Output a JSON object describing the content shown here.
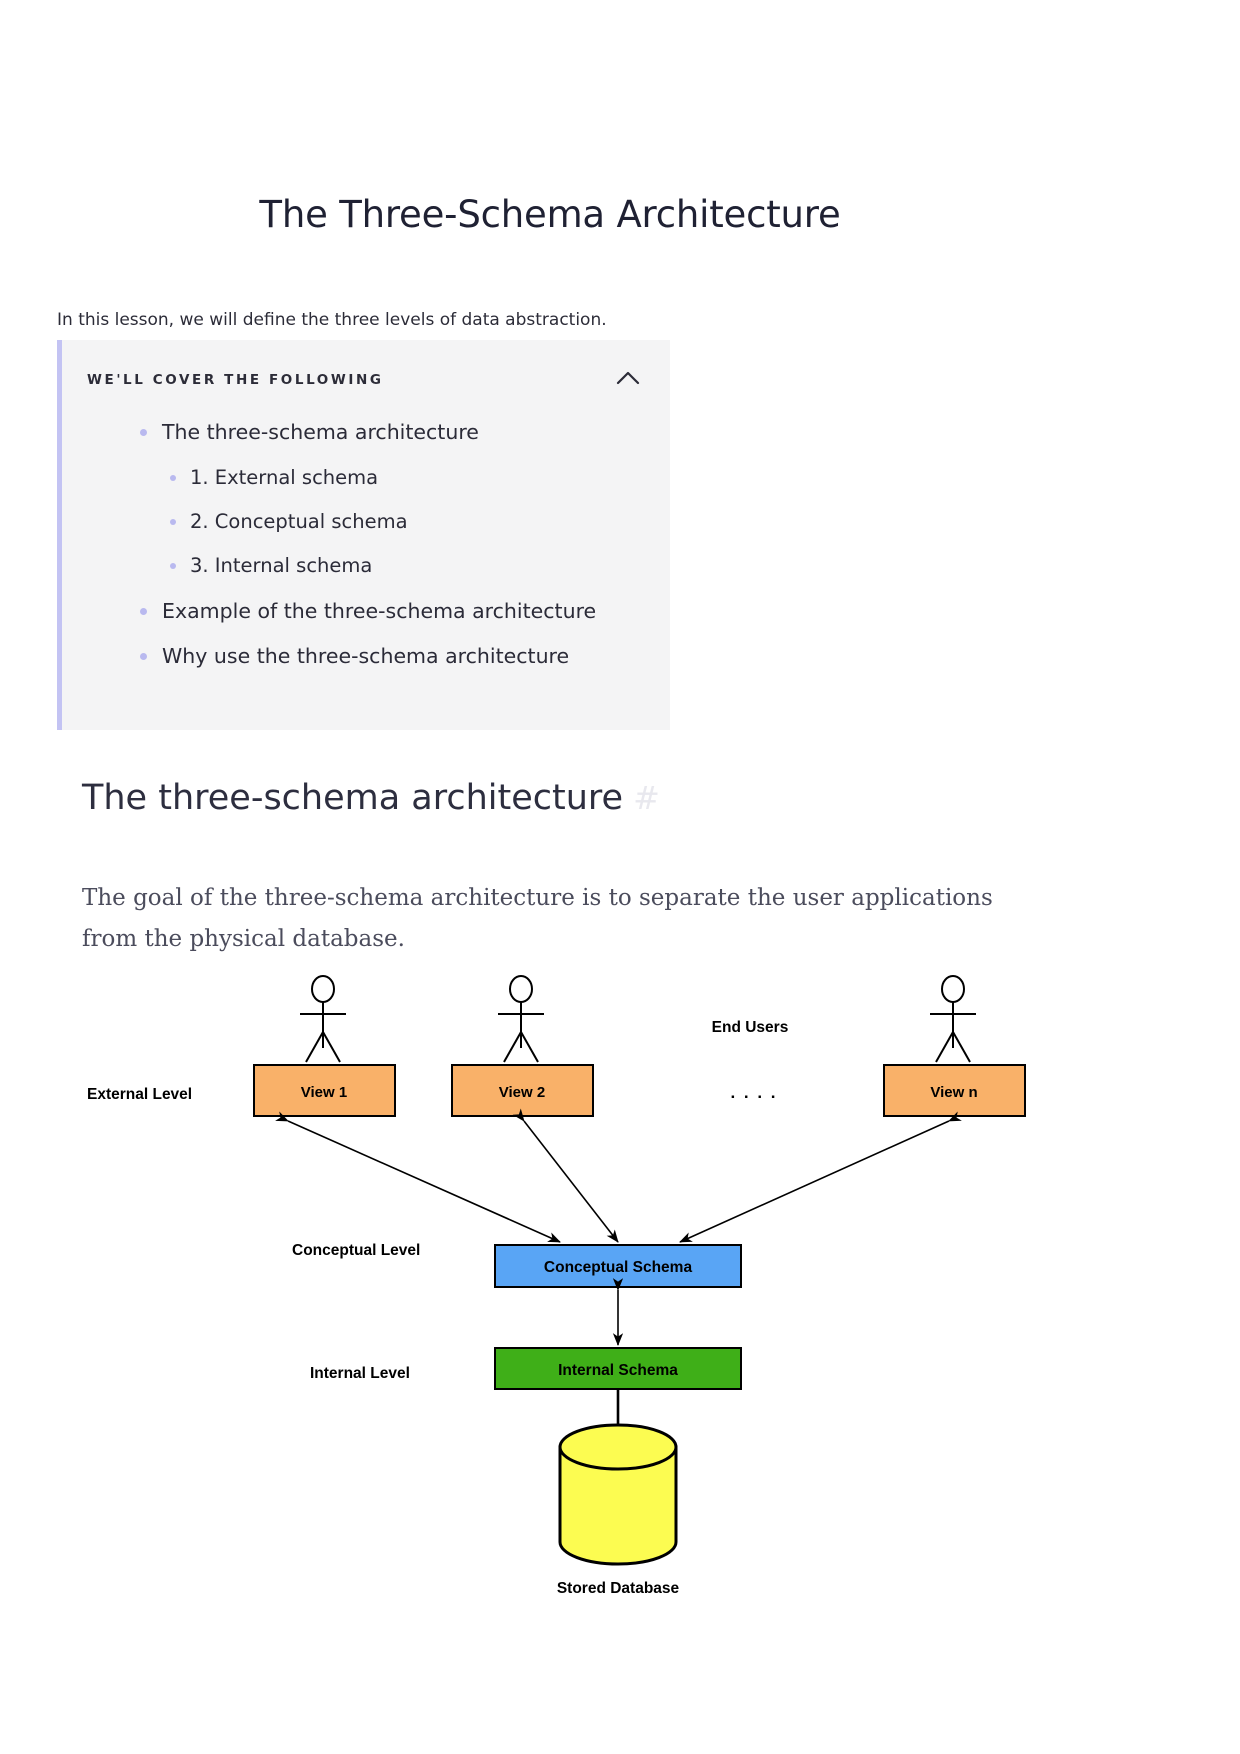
{
  "page": {
    "title": "The Three-Schema Architecture",
    "intro": "In this lesson, we will define the three levels of data abstraction."
  },
  "cover_box": {
    "heading": "WE'LL COVER THE FOLLOWING",
    "toggle_icon": "chevron-up-icon",
    "items": [
      {
        "label": "The three-schema architecture",
        "level": 1
      },
      {
        "label": "1. External schema",
        "level": 2
      },
      {
        "label": "2. Conceptual schema",
        "level": 2
      },
      {
        "label": "3. Internal schema",
        "level": 2
      },
      {
        "label": "Example of the three-schema architecture",
        "level": 1
      },
      {
        "label": "Why use the three-schema architecture",
        "level": 1
      }
    ]
  },
  "section": {
    "heading": "The three-schema architecture",
    "anchor": "#",
    "paragraph": "The goal of the three-schema architecture is to separate the user applications from the physical database."
  },
  "diagram": {
    "end_users_label": "End Users",
    "ellipsis": ". . . .",
    "levels": [
      {
        "label": "External Level"
      },
      {
        "label": "Conceptual Level"
      },
      {
        "label": "Internal Level"
      }
    ],
    "views": [
      {
        "label": "View 1"
      },
      {
        "label": "View 2"
      },
      {
        "label": "View n"
      }
    ],
    "conceptual_schema": "Conceptual Schema",
    "internal_schema": "Internal Schema",
    "stored_database": "Stored Database",
    "colors": {
      "view_fill": "#F9B169",
      "conceptual_fill": "#59A5F5",
      "internal_fill": "#3FAF18",
      "database_fill": "#FCFC51",
      "stroke": "#000000"
    }
  }
}
